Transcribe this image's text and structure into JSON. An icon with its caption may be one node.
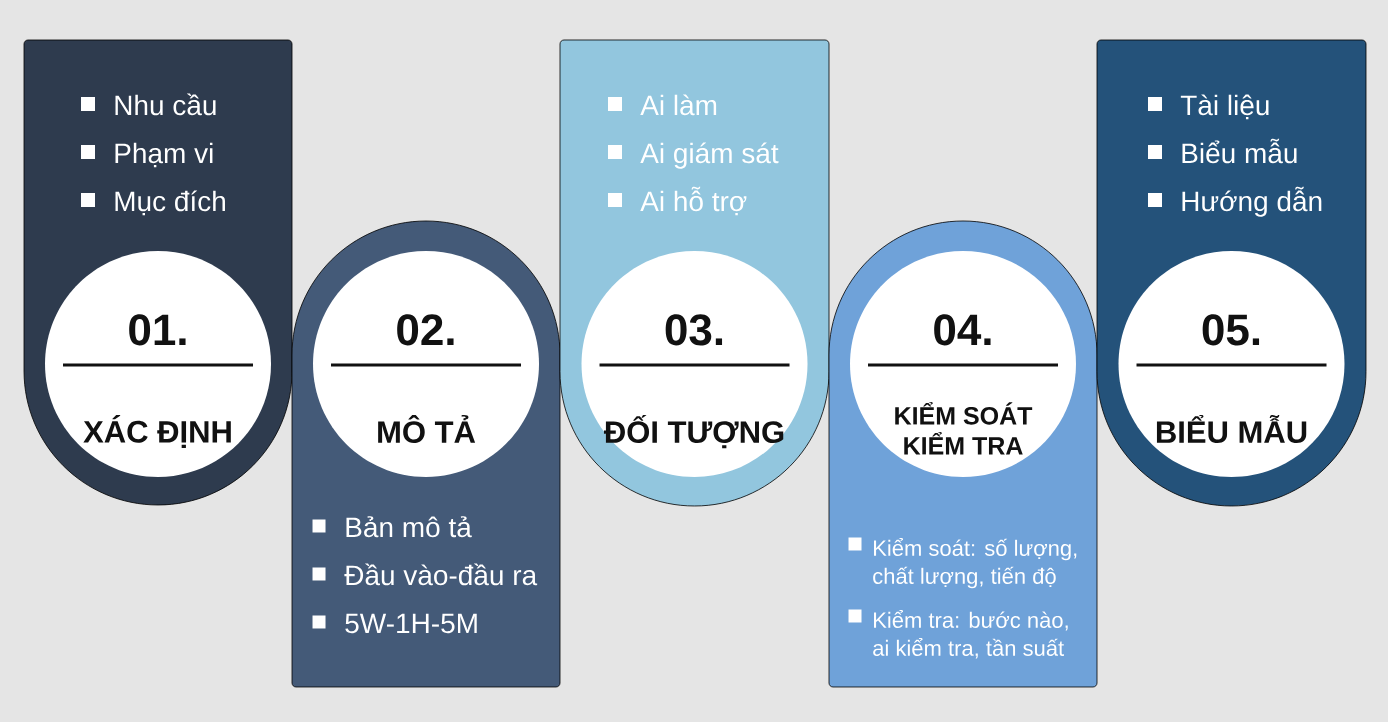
{
  "diagram": {
    "nodes": [
      {
        "text": [
          "Nhu cầu",
          "Phạm vi",
          "Mục đích"
        ]
      },
      {
        "text": [
          "01.",
          "XÁC ĐỊNH"
        ],
        "in": 0
      },
      {
        "text": [
          "Bản mô tả",
          "Đầu vào-đầu ra",
          "5W-1H-5M"
        ]
      },
      {
        "text": [
          "02.",
          "MÔ TẢ"
        ],
        "in": 2
      },
      {
        "text": [
          "Ai làm",
          "Ai giám sát",
          "Ai hỗ trợ"
        ]
      },
      {
        "text": [
          "03.",
          "ĐỐI TƯỢNG"
        ],
        "in": 4
      },
      {
        "text": [
          "Kiểm soát: số lượng, chất lượng, tiến độ",
          "Kiểm tra: bước nào, ai kiểm tra, tần suất"
        ]
      },
      {
        "text": [
          "04.",
          "KIỂM SOÁT KIỂM TRA"
        ],
        "in": 6
      },
      {
        "text": [
          "Tài liệu",
          "Biểu mẫu",
          "Hướng dẫn"
        ]
      },
      {
        "text": [
          "05.",
          "BIỂU MẪU"
        ],
        "in": 8
      }
    ]
  }
}
